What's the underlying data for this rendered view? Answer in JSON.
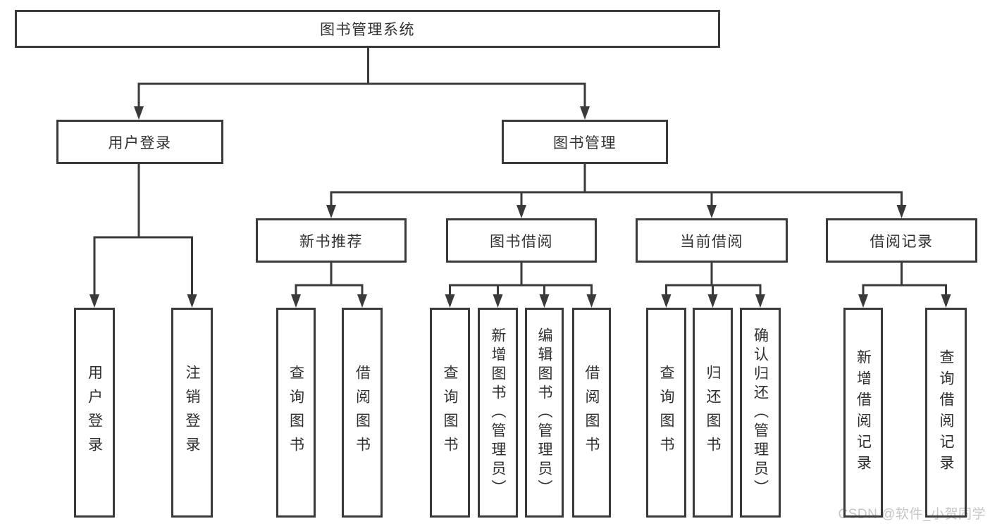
{
  "diagram": {
    "root": {
      "label": "图书管理系统"
    },
    "branches": [
      {
        "label": "用户登录",
        "children": [
          {
            "label": "用户登录"
          },
          {
            "label": "注销登录"
          }
        ]
      },
      {
        "label": "图书管理",
        "children": [
          {
            "label": "新书推荐",
            "children": [
              {
                "label": "查询图书"
              },
              {
                "label": "借阅图书"
              }
            ]
          },
          {
            "label": "图书借阅",
            "children": [
              {
                "label": "查询图书"
              },
              {
                "label": "新增图书（管理员）"
              },
              {
                "label": "编辑图书（管理员）"
              },
              {
                "label": "借阅图书"
              }
            ]
          },
          {
            "label": "当前借阅",
            "children": [
              {
                "label": "查询图书"
              },
              {
                "label": "归还图书"
              },
              {
                "label": "确认归还（管理员）"
              }
            ]
          },
          {
            "label": "借阅记录",
            "children": [
              {
                "label": "新增借阅记录"
              },
              {
                "label": "查询借阅记录"
              }
            ]
          }
        ]
      }
    ]
  },
  "watermark": {
    "text": "CSDN @软件_小贺同学",
    "color": "#c6c6c6"
  },
  "colors": {
    "line": "#3a3a3a",
    "text": "#2f2f2f",
    "background": "#ffffff"
  }
}
